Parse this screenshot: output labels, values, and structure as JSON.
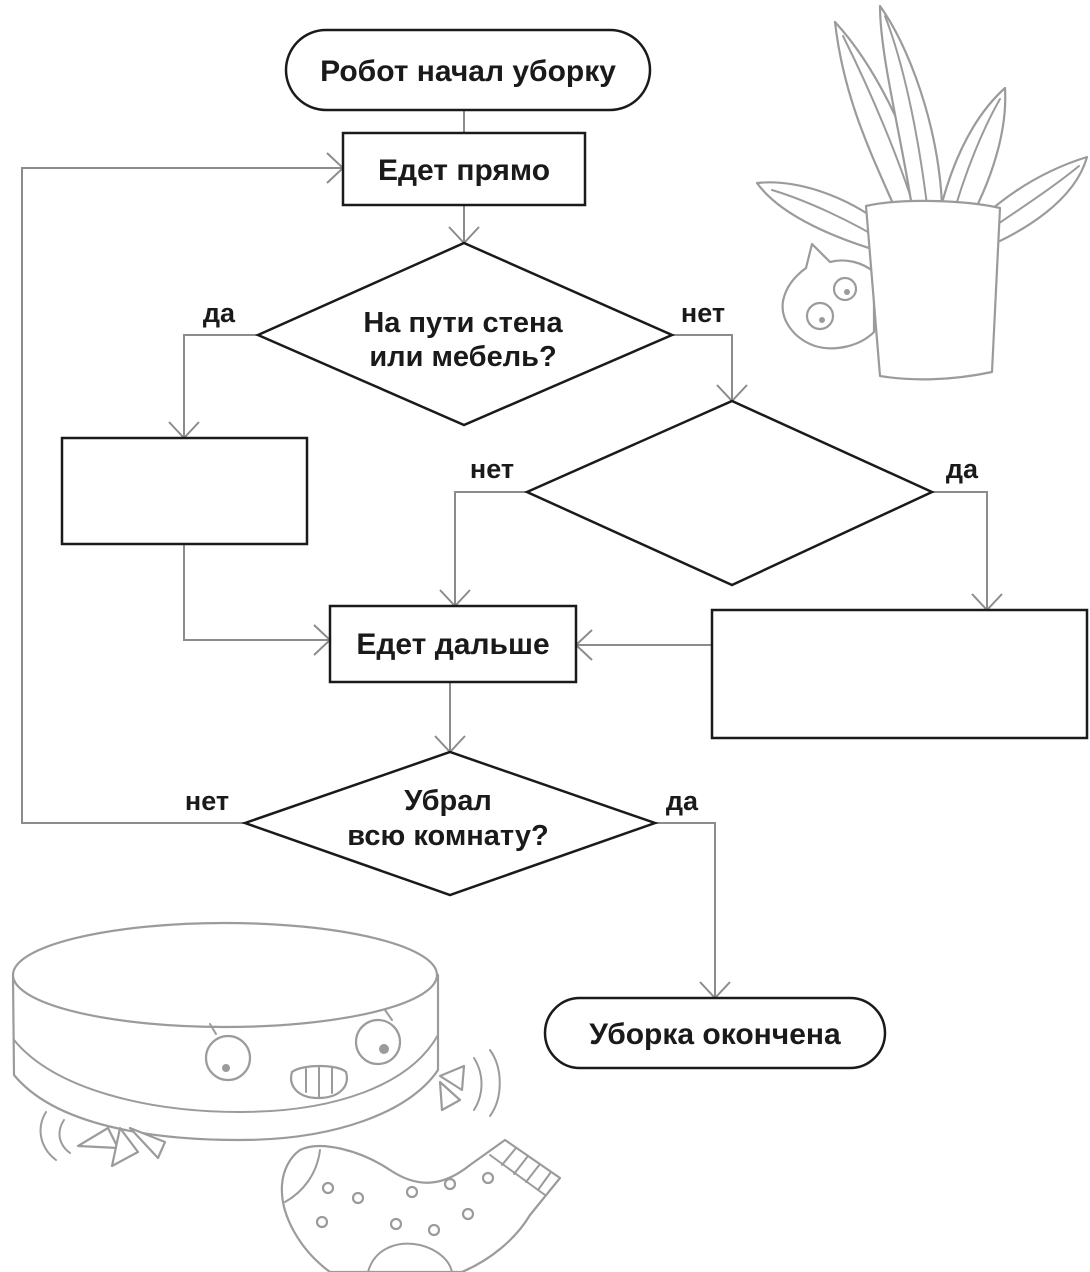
{
  "flowchart": {
    "start": {
      "label": "Робот начал уборку"
    },
    "drive_straight": {
      "label": "Едет прямо"
    },
    "obstacle_check": {
      "line1": "На пути стена",
      "line2": "или мебель?",
      "yes_label": "да",
      "no_label": "нет"
    },
    "blank_check": {
      "no_label": "нет",
      "yes_label": "да"
    },
    "drive_on": {
      "label": "Едет дальше"
    },
    "room_check": {
      "line1": "Убрал",
      "line2": "всю комнату?",
      "no_label": "нет",
      "yes_label": "да"
    },
    "end": {
      "label": "Уборка окончена"
    }
  },
  "colors": {
    "shape_stroke": "#1a1a1a",
    "connector": "#8c8c8c",
    "illustration": "#9b9b9b",
    "background": "#ffffff",
    "text": "#1a1a1a"
  }
}
